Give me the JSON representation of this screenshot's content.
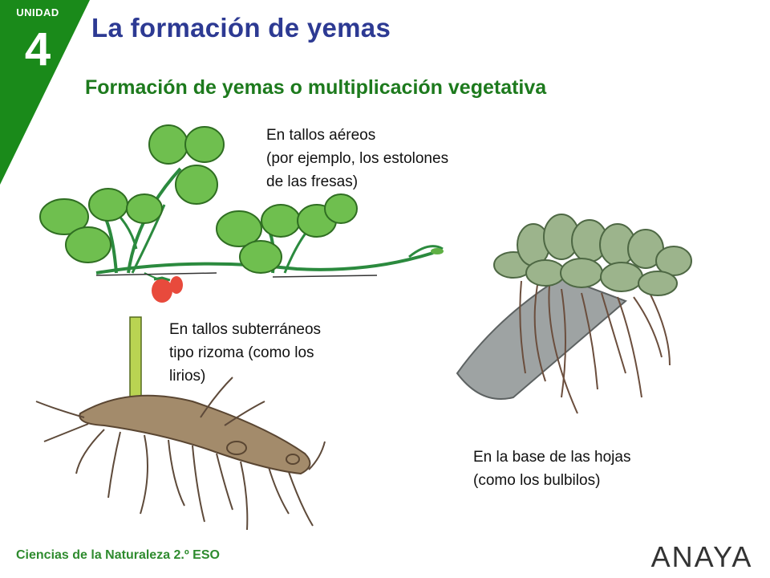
{
  "unit": {
    "label": "UNIDAD",
    "number": "4"
  },
  "title": "La formación de yemas",
  "subtitle": "Formación de yemas o multiplicación vegetativa",
  "captions": {
    "aereos": [
      "En tallos aéreos",
      "(por ejemplo, los estolones",
      "de las fresas)"
    ],
    "subterraneos": [
      "En tallos subterráneos",
      "tipo rizoma (como los",
      "lirios)"
    ],
    "hojas": [
      "En la base de las hojas",
      "(como los bulbilos)"
    ]
  },
  "footer": {
    "book": "Ciencias de la Naturaleza 2.º ESO",
    "publisher": "ANAYA"
  },
  "colors": {
    "unit_green": "#1a8a1a",
    "title_blue": "#2d3a93",
    "subtitle_green": "#1d7a1d",
    "footer_green": "#2e8b2e",
    "leaf_green": "#6fbf4f",
    "rhizome_brown": "#a38b6b",
    "succulent_green": "#9cb48c"
  },
  "icons": {
    "strawberry_plant": "strawberry-stolon-illustration",
    "rhizome": "rhizome-illustration",
    "bulbil_leaf": "bulbil-leaf-illustration"
  }
}
